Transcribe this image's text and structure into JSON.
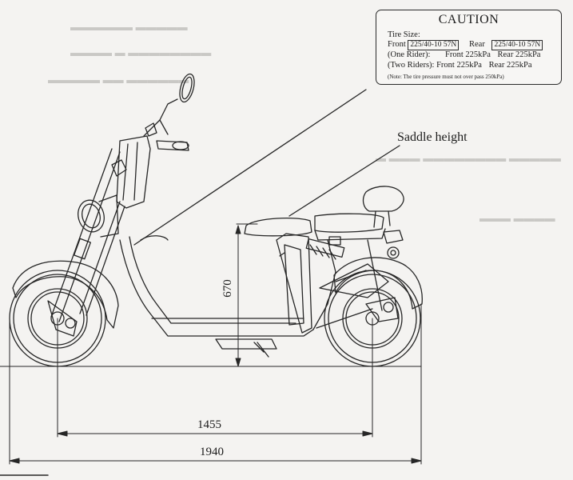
{
  "caution": {
    "title": "CAUTION",
    "tire_size_label": "Tire Size:",
    "front_label": "Front",
    "front_size": "225/40-10 57N",
    "rear_label": "Rear",
    "rear_size": "225/40-10 57N",
    "one_rider_label": "(One Rider):",
    "one_rider_front": "Front 225kPa",
    "one_rider_rear": "Rear 225kPa",
    "two_riders_label": "(Two Riders):",
    "two_riders_front": "Front 225kPa",
    "two_riders_rear": "Rear 225kPa",
    "note": "(Note: The tire pressure must not over pass 250kPa)"
  },
  "labels": {
    "saddle_height": "Saddle height",
    "saddle_height_value": "670",
    "wheelbase_value": "1455",
    "overall_length_value": "1940"
  },
  "colors": {
    "line": "#262626",
    "paper": "#f4f3f1",
    "ghost": "#c9c8c5"
  }
}
